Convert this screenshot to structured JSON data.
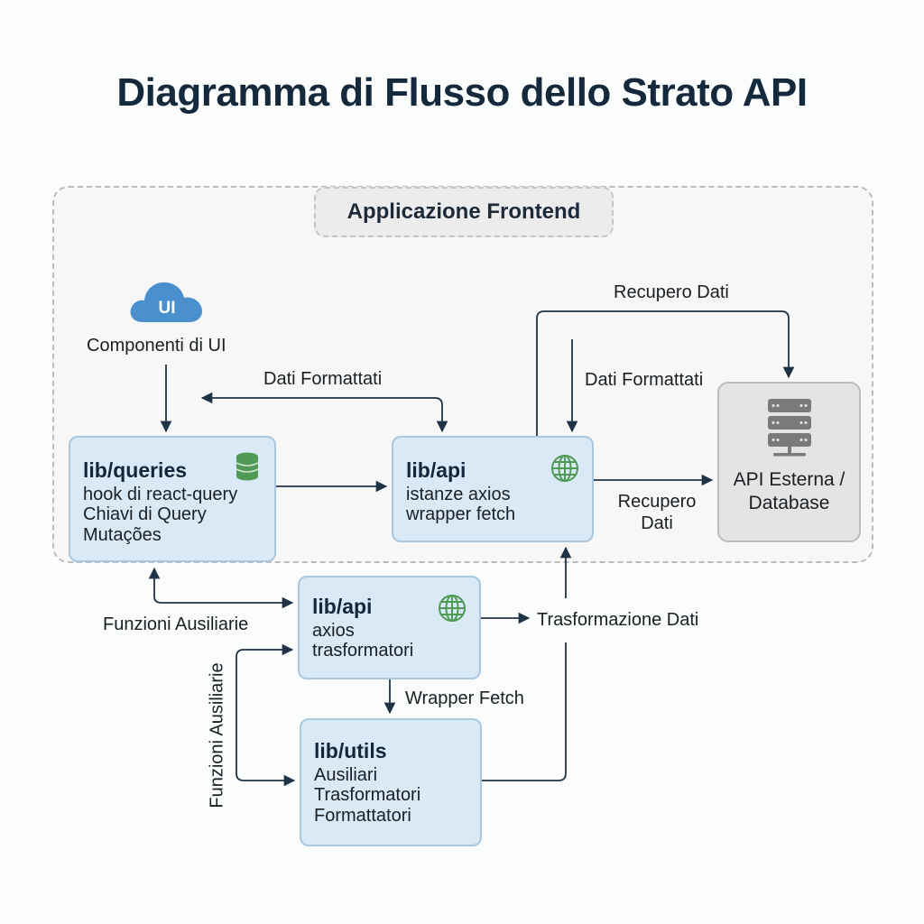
{
  "title": "Diagramma di Flusso dello Strato API",
  "region": {
    "label": "Applicazione Frontend"
  },
  "ui_components": {
    "icon_text": "UI",
    "icon": "cloud-icon",
    "label": "Componenti di UI"
  },
  "nodes": {
    "queries": {
      "title": "lib/queries",
      "icon": "database-icon",
      "lines": [
        "hook di react-query",
        "Chiavi di Query",
        "Mutações"
      ]
    },
    "api_main": {
      "title": "lib/api",
      "icon": "globe-icon",
      "lines": [
        "istanze axios",
        "wrapper fetch"
      ]
    },
    "api_helper": {
      "title": "lib/api",
      "icon": "globe-icon",
      "lines": [
        "axios",
        "trasformatori"
      ]
    },
    "utils": {
      "title": "lib/utils",
      "lines": [
        "Ausiliari",
        "Trasformatori",
        "Formattatori"
      ]
    },
    "external": {
      "icon": "server-icon",
      "label_line1": "API Esterna /",
      "label_line2": "Database"
    }
  },
  "edge_labels": {
    "formatted_data_left": "Dati Formattati",
    "data_fetch_top": "Recupero Dati",
    "formatted_data_right": "Dati Formattati",
    "data_fetch_right_line1": "Recupero",
    "data_fetch_right_line2": "Dati",
    "helper_functions": "Funzioni Ausiliarie",
    "helper_functions_vertical": "Funzioni Ausiliarie",
    "data_transformation": "Trasformazione Dati",
    "wrapper_fetch": "Wrapper Fetch"
  },
  "colors": {
    "node_fill": "#d9e9f5",
    "node_border": "#a9c7de",
    "external_fill": "#e4e4e4",
    "arrow": "#1f3347",
    "icon_green": "#4f9a55",
    "cloud_blue": "#4a90cf",
    "title": "#15293d"
  }
}
